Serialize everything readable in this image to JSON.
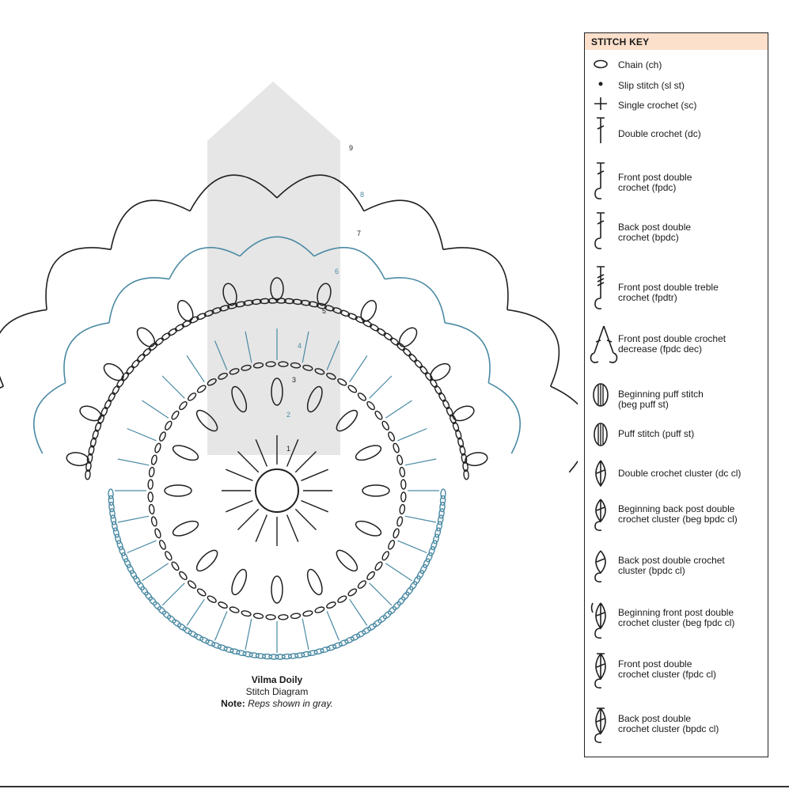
{
  "diagram": {
    "title": "Vilma Doily",
    "subtitle": "Stitch Diagram",
    "note_label": "Note:",
    "note_text": "Reps shown in gray.",
    "round_numbers": [
      "1",
      "2",
      "3",
      "4",
      "5",
      "6",
      "7",
      "8",
      "9"
    ],
    "colors": {
      "ink": "#1f1f1f",
      "blue": "#4a8aa3",
      "gray_rep": "#e4e4e4"
    }
  },
  "stitch_key": {
    "heading": "STITCH KEY",
    "items": [
      {
        "icon": "chain-icon",
        "label": "Chain (ch)"
      },
      {
        "icon": "slip-stitch-icon",
        "label": "Slip stitch (sl st)"
      },
      {
        "icon": "single-crochet-icon",
        "label": "Single crochet (sc)"
      },
      {
        "icon": "double-crochet-icon",
        "label": "Double crochet (dc)"
      },
      {
        "icon": "front-post-double-crochet-icon",
        "label": "Front post double\ncrochet (fpdc)"
      },
      {
        "icon": "back-post-double-crochet-icon",
        "label": "Back post double\ncrochet (bpdc)"
      },
      {
        "icon": "front-post-double-treble-icon",
        "label": "Front post double treble\ncrochet (fpdtr)"
      },
      {
        "icon": "fpdc-decrease-icon",
        "label": "Front post double crochet\ndecrease (fpdc dec)"
      },
      {
        "icon": "beginning-puff-stitch-icon",
        "label": "Beginning puff stitch\n(beg puff st)"
      },
      {
        "icon": "puff-stitch-icon",
        "label": "Puff stitch (puff st)"
      },
      {
        "icon": "dc-cluster-icon",
        "label": "Double crochet cluster (dc cl)"
      },
      {
        "icon": "beg-bpdc-cluster-icon",
        "label": "Beginning back post double\ncrochet cluster (beg bpdc cl)"
      },
      {
        "icon": "bpdc-cluster-icon",
        "label": "Back post double crochet\ncluster (bpdc cl)"
      },
      {
        "icon": "beg-fpdc-cluster-icon",
        "label": "Beginning front post double\ncrochet cluster (beg fpdc cl)"
      },
      {
        "icon": "fpdc-cluster-icon",
        "label": "Front post double\ncrochet cluster (fpdc cl)"
      },
      {
        "icon": "bpdc-cl-icon",
        "label": "Back post double\ncrochet cluster (bpdc cl)"
      }
    ]
  }
}
